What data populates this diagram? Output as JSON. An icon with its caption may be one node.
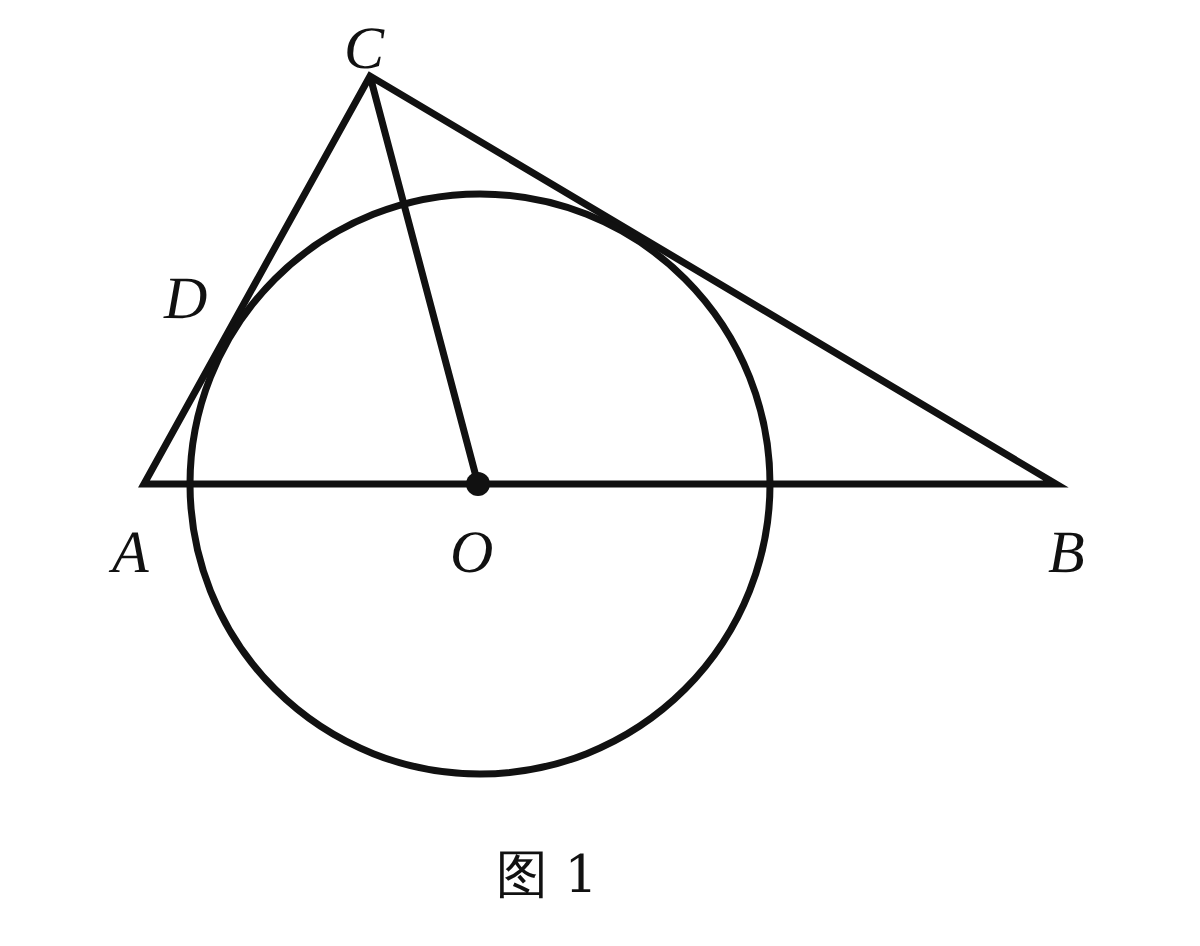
{
  "diagram": {
    "caption": "图 1",
    "labels": [
      "C",
      "D",
      "A",
      "O",
      "B"
    ]
  }
}
